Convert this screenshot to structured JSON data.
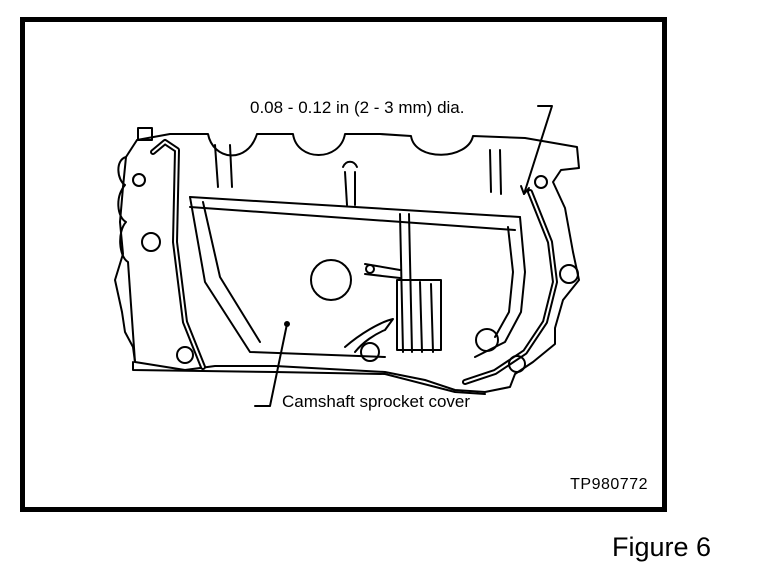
{
  "callouts": {
    "bead_diameter": "0.08 - 0.12 in (2 - 3 mm) dia.",
    "part_name": "Camshaft sprocket cover"
  },
  "image_code": "TP980772",
  "figure_caption": "Figure 6"
}
